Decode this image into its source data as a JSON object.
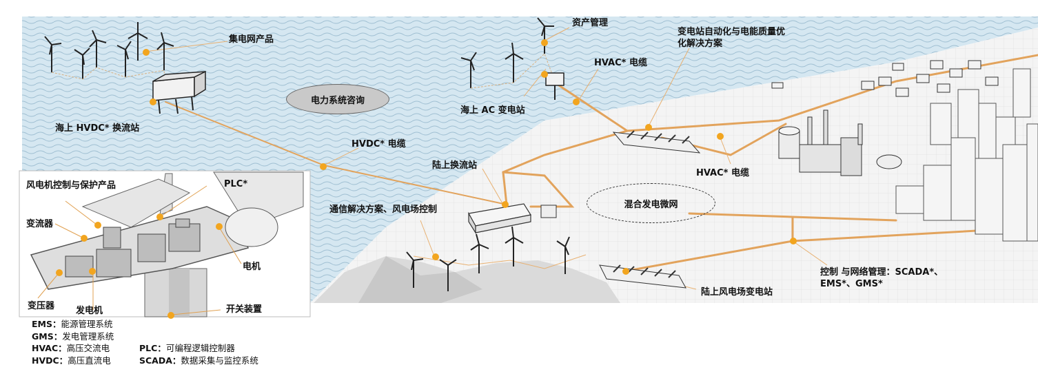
{
  "labels": {
    "collector": "集电网产品",
    "asset_mgmt": "资产管理",
    "substation_auto": "变电站自动化与电能质量优化解决方案",
    "hvac_cable_top": "HVAC* 电缆",
    "offshore_ac": "海上 AC 变电站",
    "offshore_hvdc": "海上 HVDC* 换流站",
    "power_consult": "电力系统咨询",
    "hvdc_cable": "HVDC* 电缆",
    "onshore_converter": "陆上换流站",
    "hvac_cable_mid": "HVAC* 电缆",
    "hybrid_microgrid": "混合发电微网",
    "comm_solution": "通信解决方案、风电场控制",
    "onshore_substation": "陆上风电场变电站",
    "control_network": "控制 与网络管理：SCADA*、EMS*、GMS*",
    "turbine_control": "风电机控制与保护产品",
    "plc": "PLC*",
    "converter": "变流器",
    "motor": "电机",
    "switchgear": "开关装置",
    "transformer": "变压器",
    "generator": "发电机"
  },
  "legend": {
    "ems": {
      "abbr": "EMS：",
      "text": "能源管理系统"
    },
    "gms": {
      "abbr": "GMS：",
      "text": "发电管理系统"
    },
    "hvac": {
      "abbr": "HVAC：",
      "text": "高压交流电"
    },
    "plc": {
      "abbr": "PLC：",
      "text": "可编程逻辑控制器"
    },
    "hvdc": {
      "abbr": "HVDC：",
      "text": "高压直流电"
    },
    "scada": {
      "abbr": "SCADA：",
      "text": "数据采集与监控系统"
    }
  },
  "colors": {
    "sea": "#cfe3ee",
    "wave": "#a9c6d6",
    "land": "#f3f3f3",
    "cable": "#e0a560",
    "dot": "#f0a020",
    "ellipse_fill": "#c9c9c9"
  }
}
